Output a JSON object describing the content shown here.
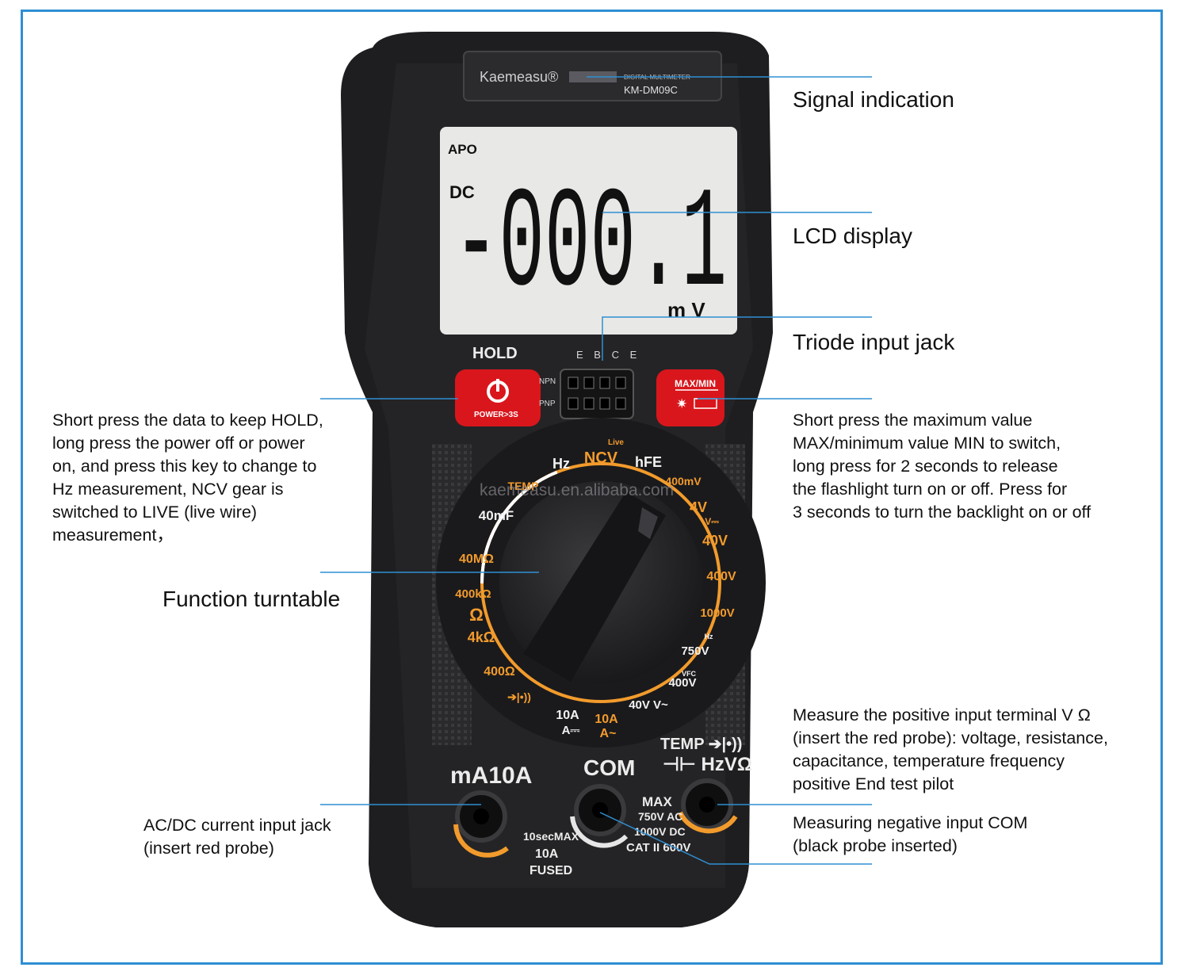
{
  "colors": {
    "frame": "#2f8fd3",
    "leader": "#2f8fd3",
    "body": "#1e1e20",
    "orange": "#f29b2c",
    "red": "#d9161c",
    "lcd": "#e8e8e6"
  },
  "device": {
    "brand": "Kaemeasu®",
    "subtitle": "DIGITAL MULTIMETER",
    "model": "KM-DM09C",
    "watermark": "kaemeasu.en.alibaba.com"
  },
  "lcd": {
    "apo": "APO",
    "mode": "DC",
    "reading": "-000.1",
    "unit": "m V"
  },
  "buttons": {
    "hold_label": "HOLD",
    "power_label": "POWER>3S",
    "power_icon": "power-icon",
    "max_label": "MAX/MIN",
    "max_icons": "sun-icon flashlight-icon"
  },
  "triode": {
    "pins": "E B C E",
    "npn": "NPN",
    "pnp": "PNP"
  },
  "dial": {
    "labels": [
      {
        "t": "Hz",
        "c": "w"
      },
      {
        "t": "NCV",
        "c": "o"
      },
      {
        "t": "Live",
        "c": "o"
      },
      {
        "t": "hFE",
        "c": "w"
      },
      {
        "t": "400mV",
        "c": "o"
      },
      {
        "t": "4V",
        "c": "o"
      },
      {
        "t": "V⎓",
        "c": "o"
      },
      {
        "t": "40V",
        "c": "o"
      },
      {
        "t": "400V",
        "c": "o"
      },
      {
        "t": "1000V",
        "c": "o"
      },
      {
        "t": "Hz",
        "c": "w"
      },
      {
        "t": "750V",
        "c": "w"
      },
      {
        "t": "VFC",
        "c": "w"
      },
      {
        "t": "400V",
        "c": "w"
      },
      {
        "t": "40V V~",
        "c": "w"
      },
      {
        "t": "10A",
        "c": "o"
      },
      {
        "t": "A~",
        "c": "o"
      },
      {
        "t": "10A",
        "c": "w"
      },
      {
        "t": "A⎓",
        "c": "w"
      },
      {
        "t": "➔|•))",
        "c": "o"
      },
      {
        "t": "400Ω",
        "c": "o"
      },
      {
        "t": "4kΩ",
        "c": "o"
      },
      {
        "t": "Ω",
        "c": "o"
      },
      {
        "t": "400kΩ",
        "c": "o"
      },
      {
        "t": "40MΩ",
        "c": "o"
      },
      {
        "t": "40mF",
        "c": "w"
      },
      {
        "t": "TEMP",
        "c": "o"
      }
    ]
  },
  "jacks": {
    "left_label": "mA10A",
    "com_label": "COM",
    "right_top": "TEMP ➔|•))",
    "right_label": "⊣⊢ HzVΩ",
    "left_spec": [
      "10secMAX",
      "10A",
      "FUSED"
    ],
    "mid_spec": [
      "MAX",
      "750V AC",
      "1000V DC",
      "CAT II 600V"
    ]
  },
  "callouts": {
    "signal": "Signal indication",
    "lcd": "LCD display",
    "triode": "Triode input jack",
    "hold": "Short press the data to keep HOLD,\nlong press the power off or power\non, and press this key to change to\nHz measurement, NCV gear is\nswitched to LIVE (live wire)\nmeasurement，",
    "maxmin": "Short press the maximum value\nMAX/minimum value MIN to switch,\nlong press for 2 seconds to release\nthe flashlight turn on or off. Press for\n3 seconds to turn the backlight on or off",
    "turntable": "Function turntable",
    "positive": "Measure the positive input terminal V Ω\n(insert the red probe): voltage, resistance,\ncapacitance, temperature frequency\npositive End test pilot",
    "acdc": "AC/DC current input jack\n(insert red probe)",
    "negative": "Measuring negative input COM\n(black probe inserted)"
  }
}
